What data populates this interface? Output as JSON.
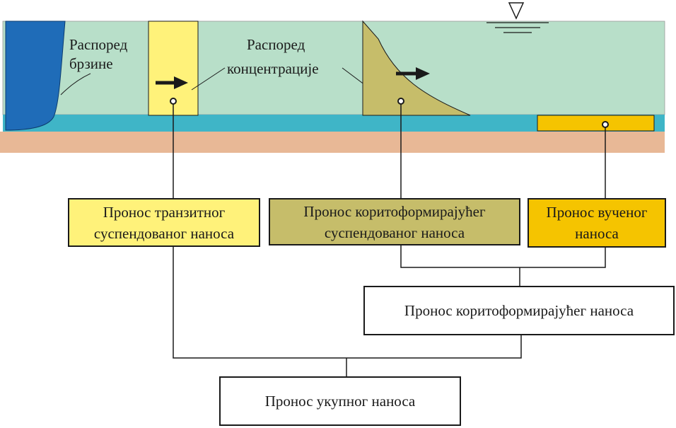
{
  "labels": {
    "velocity_line1": "Распоред",
    "velocity_line2": "брзине",
    "concentration_line1": "Распоред",
    "concentration_line2": "концентрације"
  },
  "boxes": {
    "transit": "Пронос транзитног\nсуспендованог наноса",
    "channel_suspended": "Пронос коритоформирајућег\nсуспендованог наноса",
    "bedload": "Пронос вученог\nнаноса",
    "channel_forming": "Пронос коритоформирајућег наноса",
    "total": "Пронос укупног наноса"
  },
  "colors": {
    "water": "#b8dfc9",
    "bed_layer": "#3fb5c7",
    "ground": "#e8b896",
    "velocity_profile": "#1f6cb8",
    "transit_box": "#fff27a",
    "channel_suspended_box": "#c6bd6a",
    "bedload_box": "#f5c400",
    "white_box": "#ffffff"
  }
}
